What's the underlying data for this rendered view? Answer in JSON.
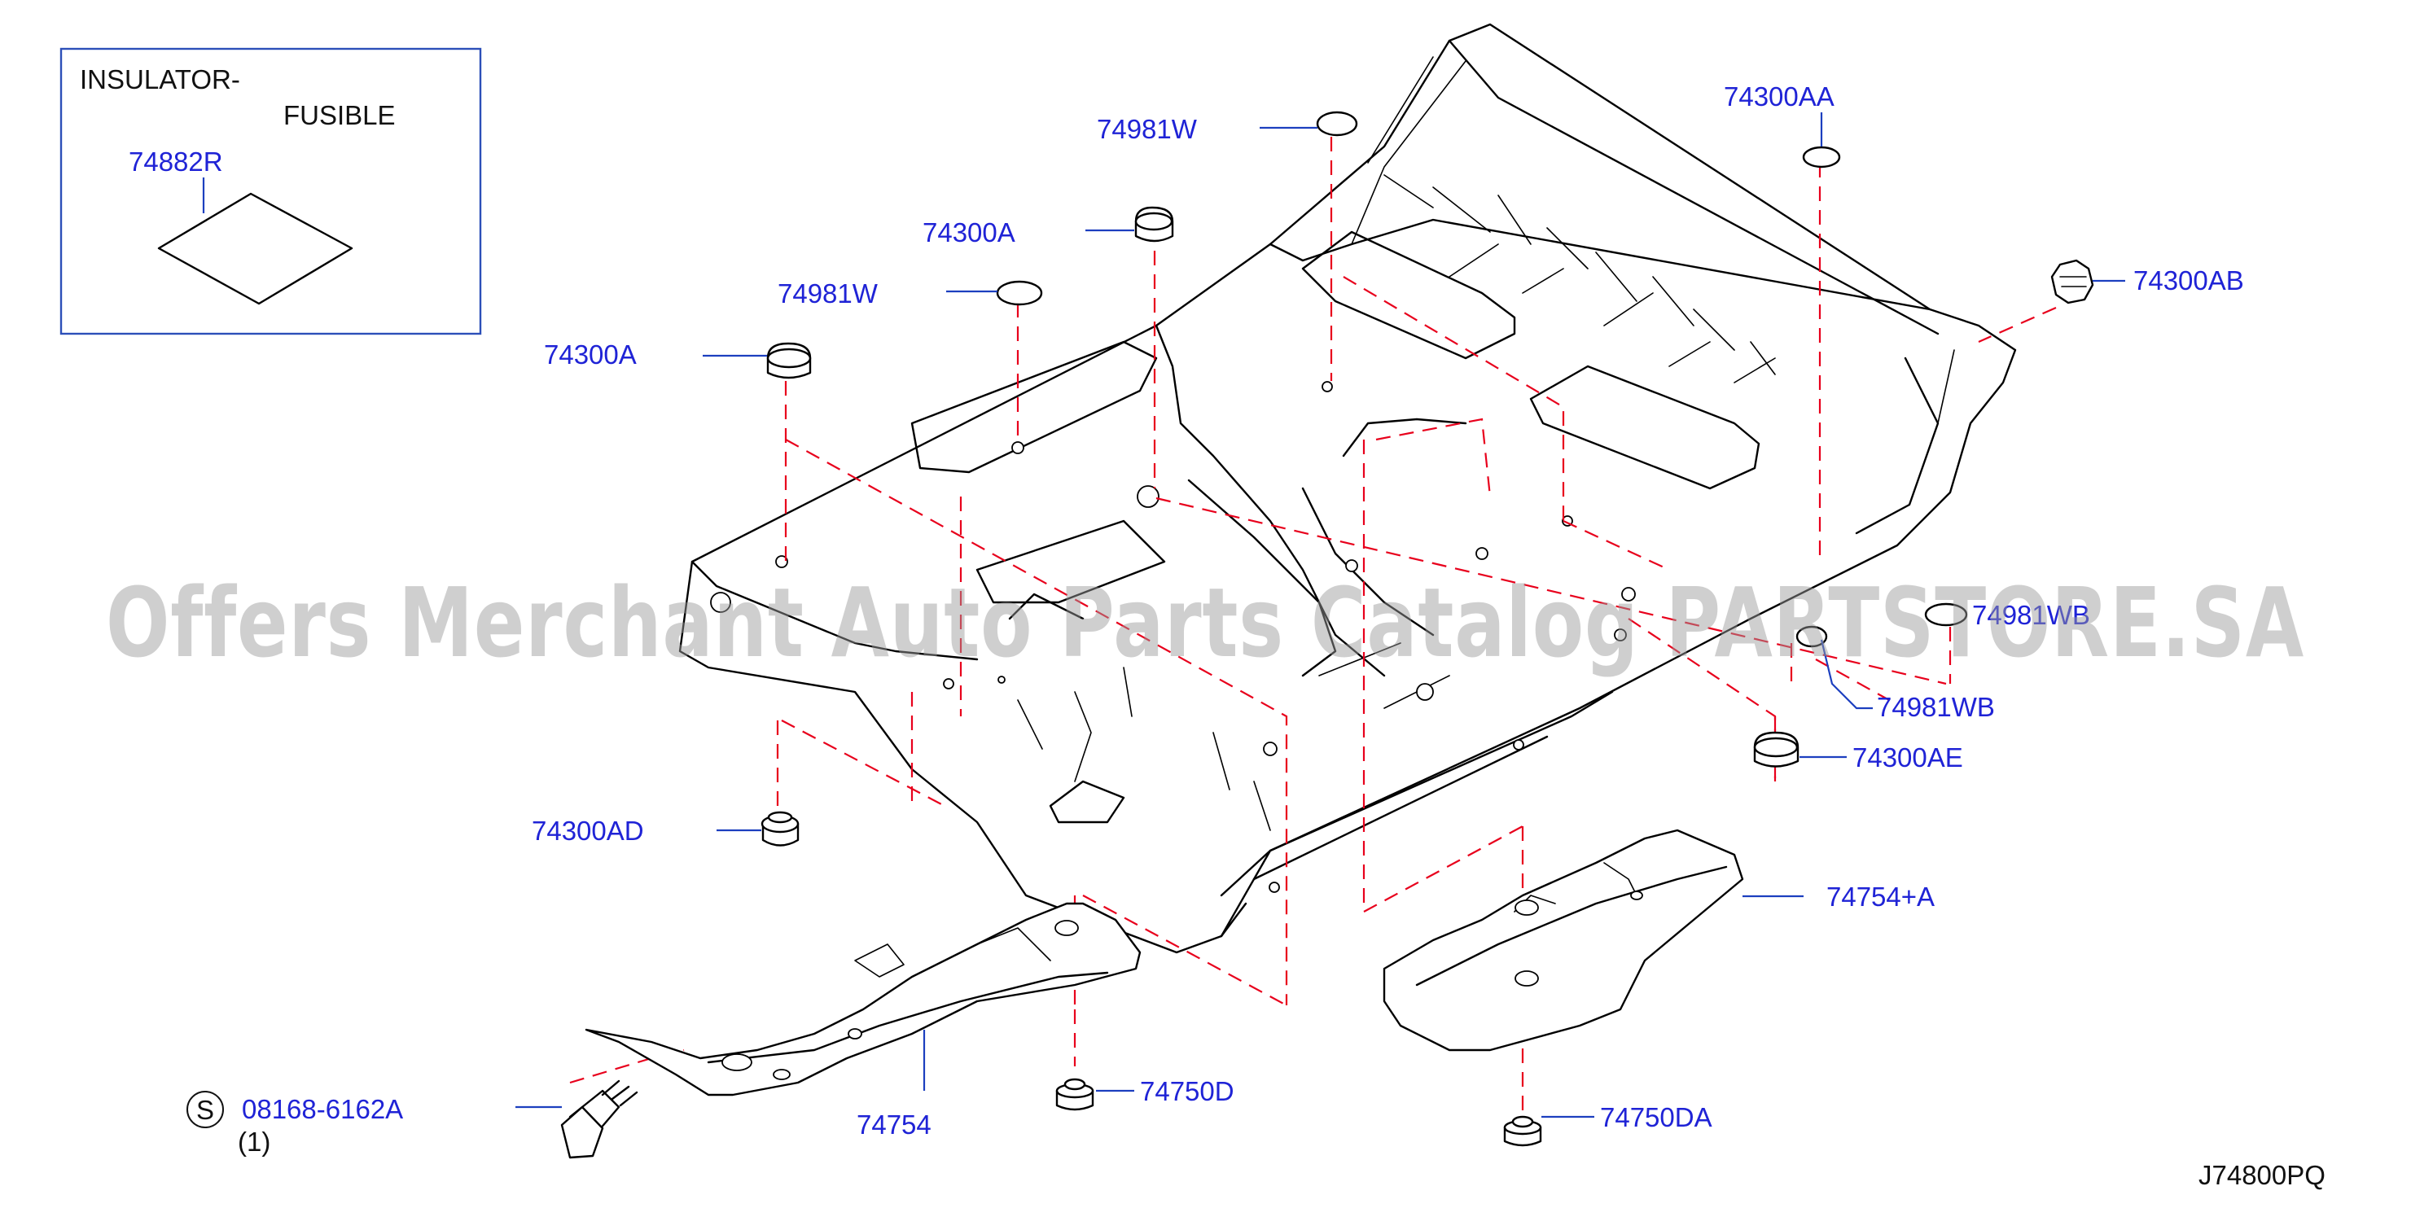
{
  "inset": {
    "title_line1": "INSULATOR-",
    "title_line2": "FUSIBLE",
    "part_number": "74882R"
  },
  "callouts": {
    "c74981W_top": "74981W",
    "c74300AA": "74300AA",
    "c74300A_upper": "74300A",
    "c74981W_mid": "74981W",
    "c74300AB": "74300AB",
    "c74300A_left": "74300A",
    "c74981WB_hidden": "74981WB",
    "c74981WB": "74981WB",
    "c74300AE": "74300AE",
    "c74300AD": "74300AD",
    "c74754A": "74754+A",
    "c74754": "74754",
    "c74750D": "74750D",
    "c74750DA": "74750DA",
    "c08168": "08168-6162A",
    "c08168_symbol": "S",
    "c08168_qty": "(1)"
  },
  "diagram_code": "J74800PQ",
  "watermark": "Offers Merchant Auto Parts Catalog PARTSTORE.SA",
  "colors": {
    "callout_text": "#1f23d6",
    "leader_line": "#1c3fbf",
    "phantom_line": "#e8001c",
    "inset_border": "#2c4fb8",
    "watermark": "#9a9a9a"
  }
}
